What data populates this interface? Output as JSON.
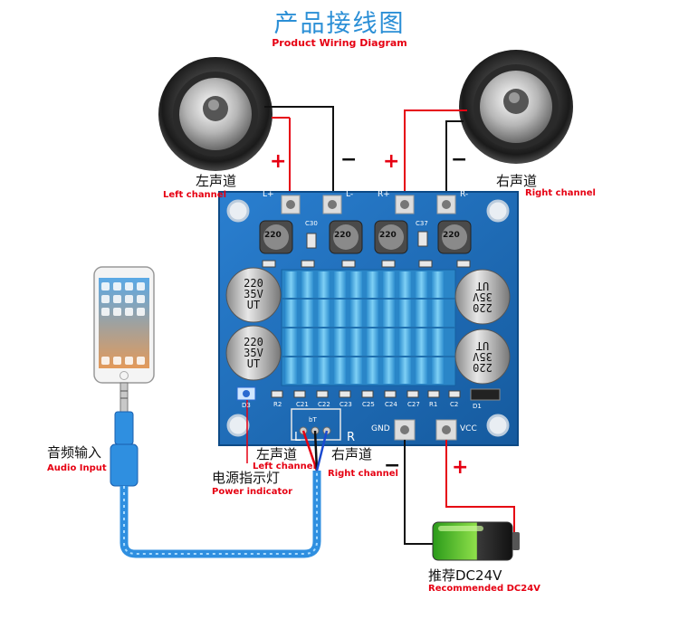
{
  "title": {
    "cn": "产品接线图",
    "en": "Product Wiring Diagram"
  },
  "left_speaker": {
    "cn": "左声道",
    "en": "Left channel",
    "plus": "+",
    "minus": "−"
  },
  "right_speaker": {
    "cn": "右声道",
    "en": "Right channel",
    "plus": "+",
    "minus": "−"
  },
  "board": {
    "pins_top": [
      "L+",
      "L-",
      "R+",
      "R-"
    ],
    "caps": [
      {
        "l1": "220",
        "l2": "35V",
        "l3": "UT"
      },
      {
        "l1": "220",
        "l2": "35V",
        "l3": "UT"
      },
      {
        "l1": "220",
        "l2": "35V",
        "l3": "UT"
      },
      {
        "l1": "220",
        "l2": "35V",
        "l3": "UT"
      }
    ],
    "inductor_label": "220",
    "silk": [
      "C30",
      "C37",
      "R2",
      "C21",
      "C22",
      "C23",
      "C25",
      "C24",
      "C27",
      "R1",
      "C2",
      "D1",
      "D3",
      "bT"
    ],
    "gnd": "GND",
    "vcc": "VCC",
    "L": "L",
    "R": "R"
  },
  "audio_input": {
    "cn": "音频输入",
    "en": "Audio Input"
  },
  "input_left": {
    "cn": "左声道",
    "en": "Left channel"
  },
  "input_right": {
    "cn": "右声道",
    "en": "Right channel"
  },
  "power_indicator": {
    "cn": "电源指示灯",
    "en": "Power indicator"
  },
  "battery": {
    "cn": "推荐DC24V",
    "en": "Recommended DC24V",
    "plus": "+",
    "minus": "−"
  },
  "colors": {
    "title": "#2b8fd6",
    "accent": "#e60012",
    "board": "#1f6fc0",
    "heatsink": "#5bb3e8"
  }
}
